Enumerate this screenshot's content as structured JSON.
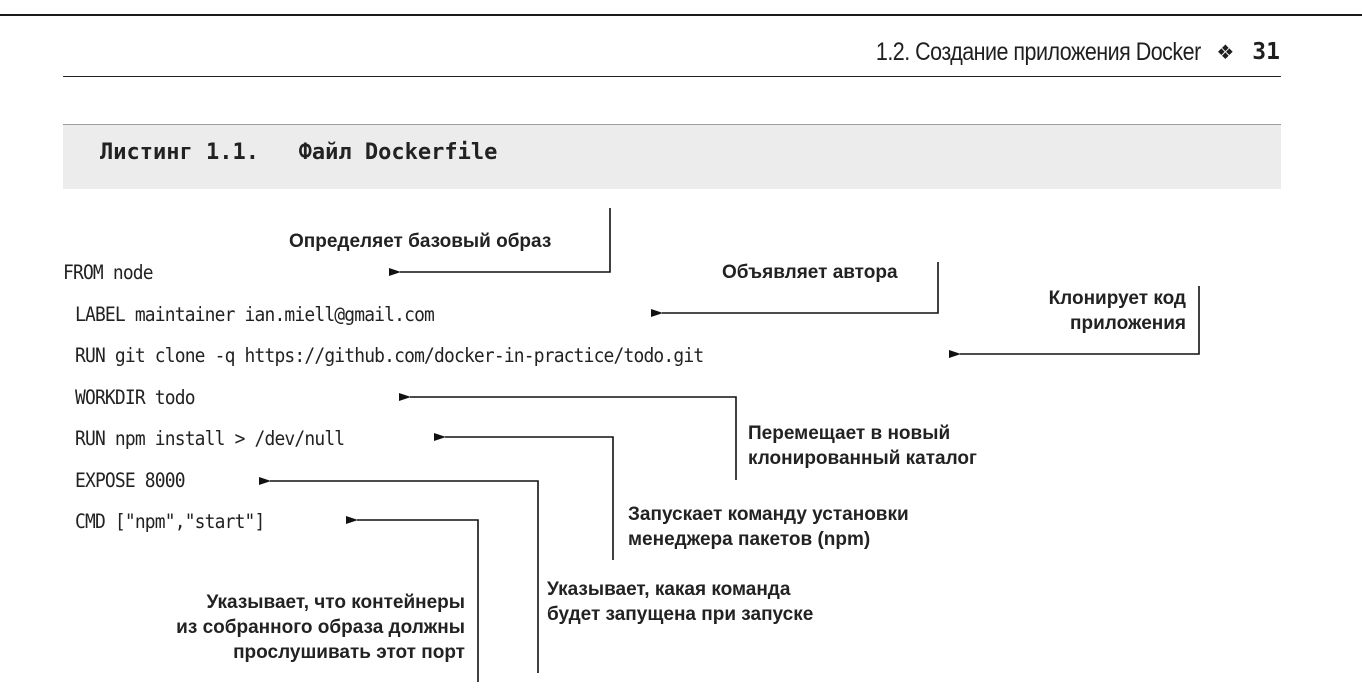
{
  "header": {
    "section_title": "1.2. Создание приложения Docker",
    "separator": "❖",
    "page_number": "31"
  },
  "listing": {
    "title": "Листинг 1.1.   Файл Dockerfile"
  },
  "code_lines": [
    "FROM node",
    "LABEL maintainer ian.miell@gmail.com",
    "RUN git clone -q https://github.com/docker-in-practice/todo.git",
    "WORKDIR todo",
    "RUN npm install > /dev/null",
    "EXPOSE 8000",
    "CMD [\"npm\",\"start\"]"
  ],
  "annotations": {
    "base_image": "Определяет базовый образ",
    "author": "Объявляет автора",
    "clone": "Клонирует код\nприложения",
    "workdir": "Перемещает в новый\nклонированный каталог",
    "npm_install": "Запускает команду установки\nменеджера пакетов (npm)",
    "cmd": "Указывает, какая команда\nбудет запущена при запуске",
    "expose": "Указывает, что контейнеры\nиз собранного образа должны\nпрослушивать этот порт"
  }
}
